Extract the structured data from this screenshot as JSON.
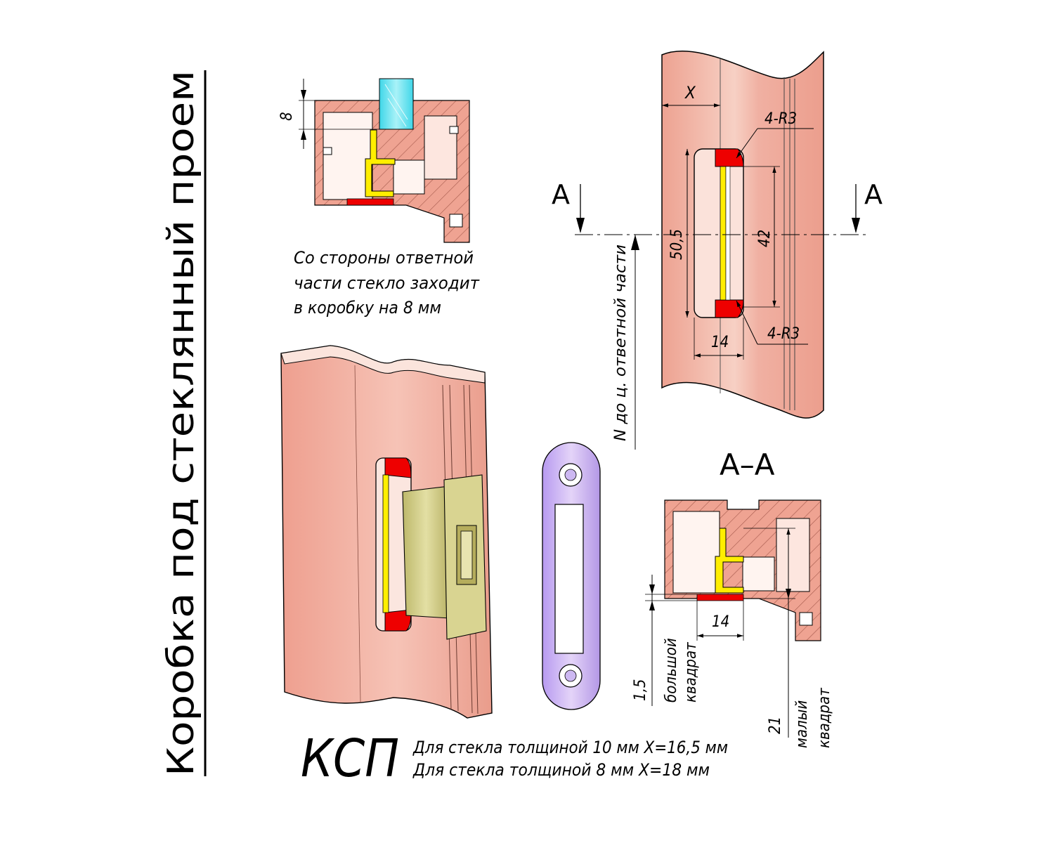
{
  "title": "Коробка под стеклянный проем",
  "colors": {
    "profile": "#efa392",
    "profile_light": "#f8cfc4",
    "red": "#ee0000",
    "yellow": "#ffee00",
    "glass": "#5fe3ef",
    "strike_plate": "#c7a8ee",
    "latch": "#d3cf86"
  },
  "top_section": {
    "dim_8": "8",
    "note_lines": [
      "Со стороны ответной",
      "части стекло заходит",
      "в коробку на 8 мм"
    ]
  },
  "front_view": {
    "dim_x": "X",
    "label_4r3_top": "4-R3",
    "label_4r3_bottom": "4-R3",
    "dim_50_5": "50,5",
    "dim_42": "42",
    "dim_14": "14",
    "section_mark_left": "A",
    "section_mark_right": "A",
    "axis_note": "N до ц. ответной части"
  },
  "section_aa": {
    "title": "A–A",
    "dim_14": "14",
    "dim_1_5": "1,5",
    "label_big_square_1": "большой",
    "label_big_square_2": "квадрат",
    "dim_21": "21",
    "label_small_square_1": "малый",
    "label_small_square_2": "квадрат"
  },
  "footer": {
    "model": "КСП",
    "glass_notes": [
      "Для стекла толщиной 10 мм X=16,5 мм",
      "Для стекла толщиной 8 мм X=18 мм"
    ]
  }
}
